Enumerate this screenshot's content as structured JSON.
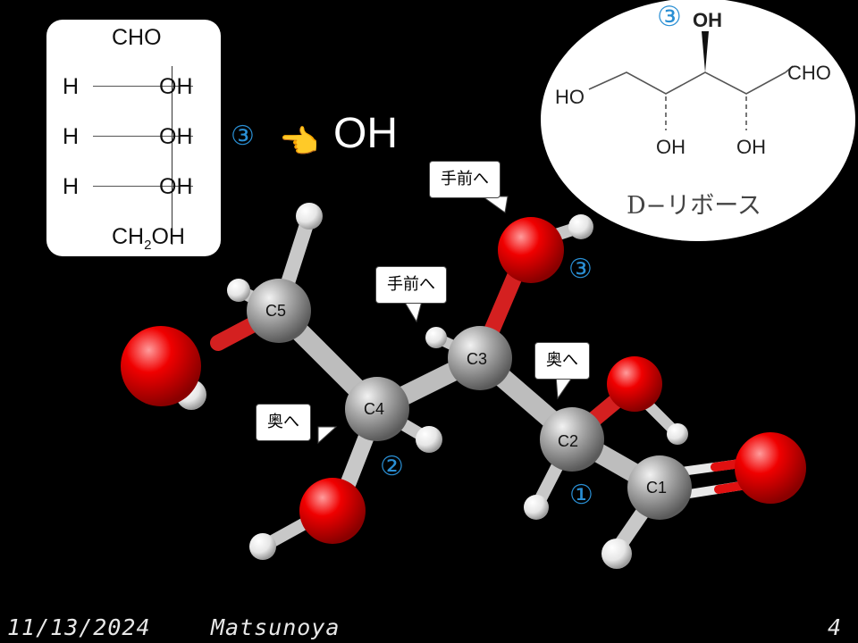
{
  "fischer": {
    "top": "CHO",
    "rows": [
      {
        "left": "H",
        "right": "OH"
      },
      {
        "left": "H",
        "right": "OH"
      },
      {
        "left": "H",
        "right": "OH"
      }
    ],
    "bottom_prefix": "CH",
    "bottom_sub": "2",
    "bottom_suffix": "OH"
  },
  "pointer": {
    "number": "③",
    "hand": "👈",
    "text": "OH"
  },
  "ribose": {
    "number": "③",
    "top_oh": "OH",
    "cho": "CHO",
    "ho": "HO",
    "oh_left": "OH",
    "oh_right": "OH",
    "name": "D−リボース"
  },
  "callouts": {
    "top_front": "手前へ",
    "mid_front": "手前へ",
    "back_c2": "奥へ",
    "back_c4": "奥へ"
  },
  "atoms": {
    "c1": "C1",
    "c2": "C2",
    "c3": "C3",
    "c4": "C4",
    "c5": "C5"
  },
  "markers": {
    "m1": "①",
    "m2": "②",
    "m3": "③"
  },
  "footer": {
    "date": "11/13/2024",
    "author": "Matsunoya",
    "page": "4"
  },
  "colors": {
    "carbon": "#9a9a9a",
    "oxygen": "#e00000",
    "hydrogen": "#f2f2f2",
    "bond": "#bdbdbd",
    "marker": "#2a8fd4"
  }
}
